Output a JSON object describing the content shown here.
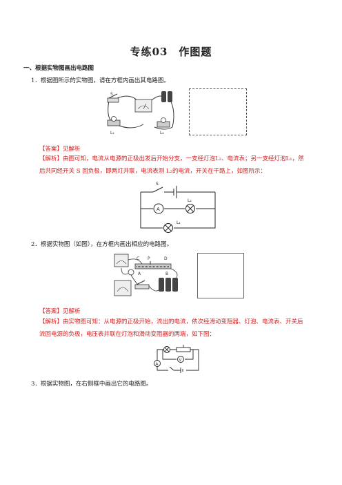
{
  "title": "专练03　作图题",
  "section": "一、根据实物图画出电路图",
  "q1": {
    "text": "1．根据图所示的实物图，请在方框内画出其电路图。",
    "answer": "【答案】见解析",
    "analysis_1": "【解析】由图可知，电流从电源的正极出发后开始分支，一支经灯泡L₂、电流表；另一支经灯泡L₁，然",
    "analysis_2": "后共同经开关 S 回负极，即两灯并联，电流表测 L₂的电流，开关在干路上，如图所示：",
    "photo_labels": {
      "s": "S",
      "l1": "L₁",
      "l2": "L₂"
    },
    "circuit_labels": {
      "s": "S",
      "a": "A",
      "l2": "L₂",
      "l1": "L₁"
    }
  },
  "q2": {
    "text": "2．根据实物图（如图），在方框内画出相应的电路图。",
    "answer": "【答案】见解析",
    "analysis_1": "【解析】由实物图可知：从电源的正极开始，流出的电流，依次经滑动变阻器、灯泡、电流表、开关后",
    "analysis_2": "流回电源的负极，电压表并联在灯泡和滑动变阻器的两端，如下图：",
    "photo_labels": {
      "c": "C",
      "p": "P",
      "d": "D",
      "a": "A",
      "b": "B"
    },
    "circuit_labels": {
      "a": "A",
      "v": "V"
    }
  },
  "q3": {
    "text": "3．根据实物图，在右侧框中画出它的电路图。"
  }
}
